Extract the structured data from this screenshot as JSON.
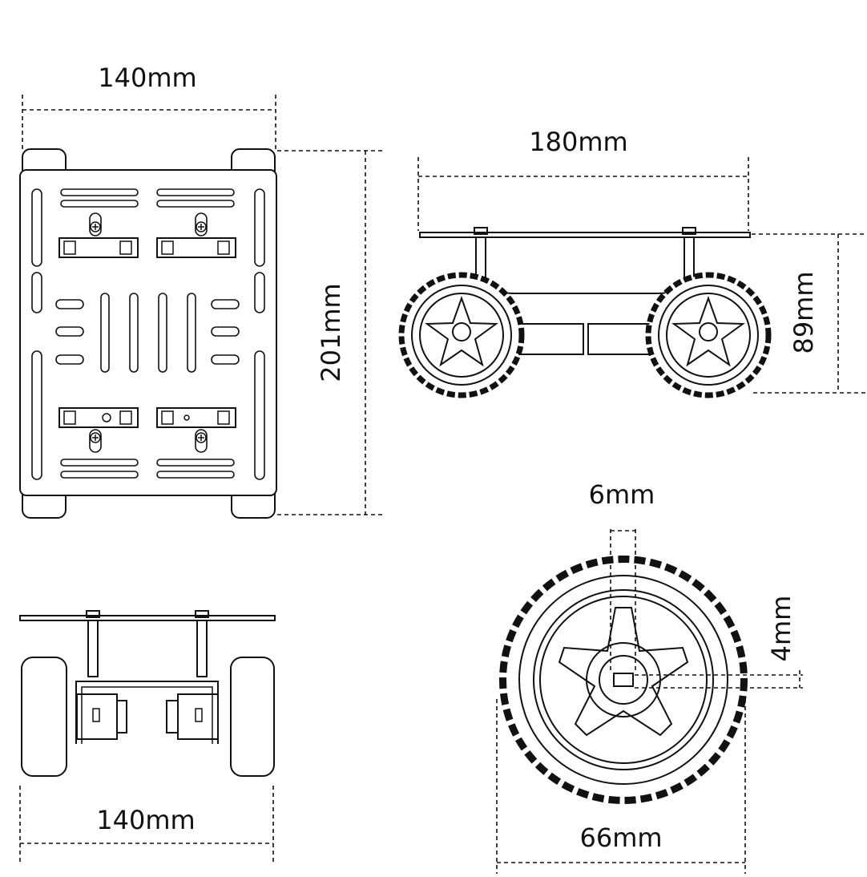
{
  "dimensions": {
    "top_width": "140mm",
    "top_length": "201mm",
    "side_length": "180mm",
    "side_height": "89mm",
    "front_width": "140mm",
    "hub_hole": "6mm",
    "hub_flat": "4mm",
    "wheel_diameter": "66mm"
  },
  "colors": {
    "line": "#111111",
    "background": "#ffffff"
  }
}
